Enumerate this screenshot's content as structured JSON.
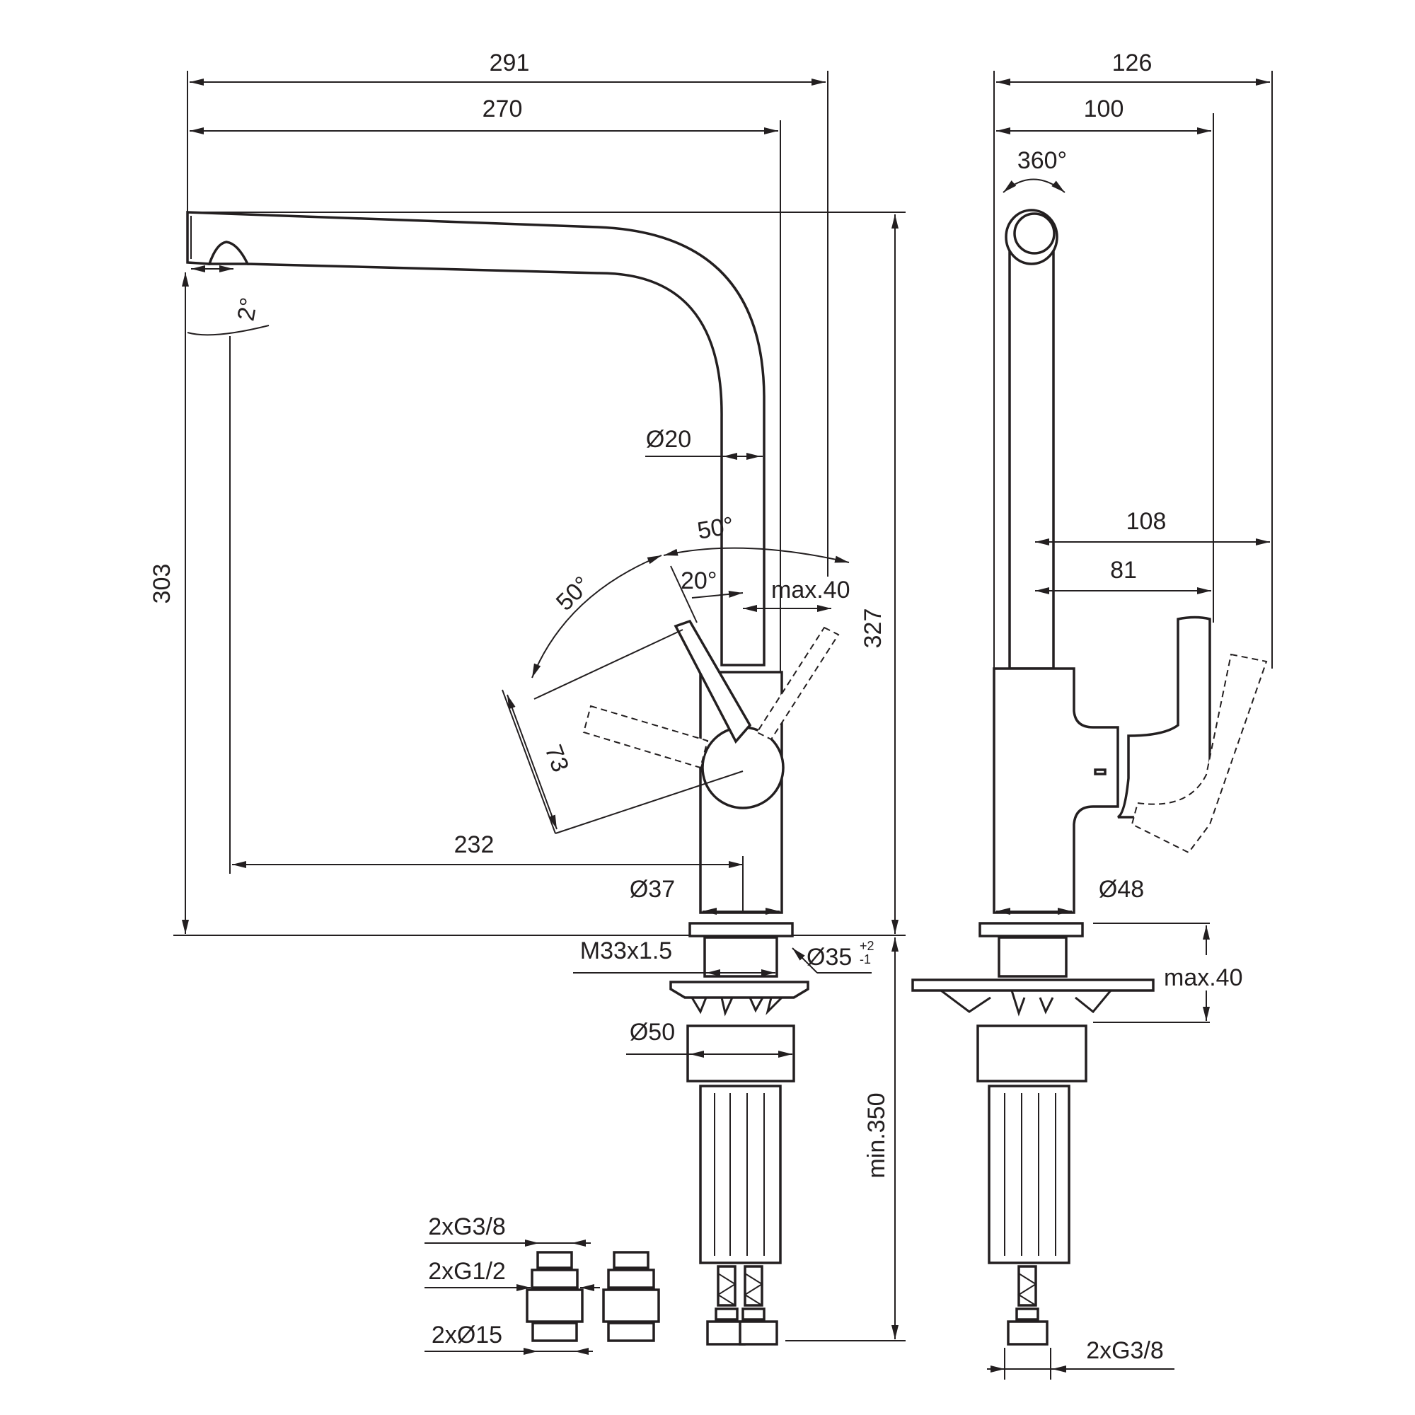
{
  "side_view": {
    "width_total": "291",
    "width_spout": "270",
    "height_spout": "303",
    "height_total": "327",
    "spout_tilt": "2°",
    "tube_diameter": "Ø20",
    "lever_angle_back": "50°",
    "lever_angle_front": "50°",
    "lever_angle_small": "20°",
    "lever_clearance": "max.40",
    "lever_reach": "73",
    "spout_projection": "232",
    "body_diameter": "Ø37",
    "thread": "M33x1.5",
    "hole_diameter": "Ø35",
    "hole_tol_plus": "+2",
    "hole_tol_minus": "-1",
    "nut_diameter": "Ø50",
    "hose_length": "min.350"
  },
  "front_view": {
    "width_total": "126",
    "width_body": "100",
    "rotation": "360°",
    "lever_reach_max": "108",
    "lever_reach": "81",
    "body_diameter": "Ø48",
    "deck_thickness": "max.40",
    "hose_connection": "2xG3/8"
  },
  "adapters": {
    "label_g38": "2xG3/8",
    "label_g12": "2xG1/2",
    "label_d15": "2xØ15"
  }
}
